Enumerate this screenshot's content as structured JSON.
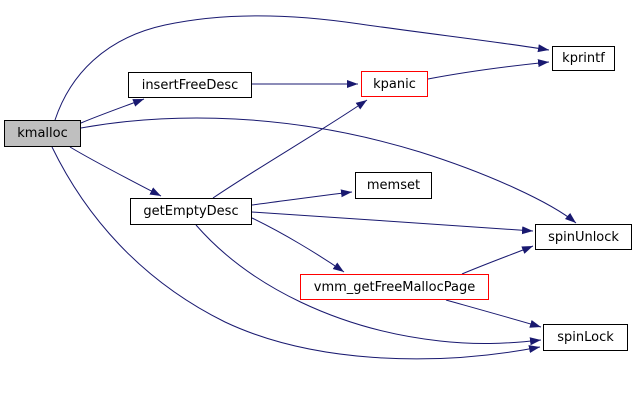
{
  "diagram": {
    "kind": "doxygen-call-graph",
    "root_function": "kmalloc"
  },
  "colors": {
    "background": "#ffffff",
    "edge": "#191970",
    "node_fill": "#ffffff",
    "node_border": "#000000",
    "root_node_fill": "#bfbfbf",
    "truncated_node_border": "#ff0000",
    "text": "#000000"
  },
  "nodes": [
    {
      "id": "kmalloc",
      "label": "kmalloc",
      "style": "root"
    },
    {
      "id": "insertFreeDesc",
      "label": "insertFreeDesc",
      "style": "default"
    },
    {
      "id": "kpanic",
      "label": "kpanic",
      "style": "truncated"
    },
    {
      "id": "kprintf",
      "label": "kprintf",
      "style": "default"
    },
    {
      "id": "memset",
      "label": "memset",
      "style": "default"
    },
    {
      "id": "getEmptyDesc",
      "label": "getEmptyDesc",
      "style": "default"
    },
    {
      "id": "spinUnlock",
      "label": "spinUnlock",
      "style": "default"
    },
    {
      "id": "vmm_getFreeMallocPage",
      "label": "vmm_getFreeMallocPage",
      "style": "truncated"
    },
    {
      "id": "spinLock",
      "label": "spinLock",
      "style": "default"
    }
  ],
  "edges": [
    {
      "from": "kmalloc",
      "to": "insertFreeDesc"
    },
    {
      "from": "kmalloc",
      "to": "kprintf"
    },
    {
      "from": "kmalloc",
      "to": "getEmptyDesc"
    },
    {
      "from": "kmalloc",
      "to": "spinUnlock"
    },
    {
      "from": "kmalloc",
      "to": "spinLock"
    },
    {
      "from": "insertFreeDesc",
      "to": "kpanic"
    },
    {
      "from": "kpanic",
      "to": "kprintf"
    },
    {
      "from": "getEmptyDesc",
      "to": "kpanic"
    },
    {
      "from": "getEmptyDesc",
      "to": "memset"
    },
    {
      "from": "getEmptyDesc",
      "to": "spinUnlock"
    },
    {
      "from": "getEmptyDesc",
      "to": "vmm_getFreeMallocPage"
    },
    {
      "from": "getEmptyDesc",
      "to": "spinLock"
    },
    {
      "from": "vmm_getFreeMallocPage",
      "to": "spinUnlock"
    },
    {
      "from": "vmm_getFreeMallocPage",
      "to": "spinLock"
    }
  ]
}
